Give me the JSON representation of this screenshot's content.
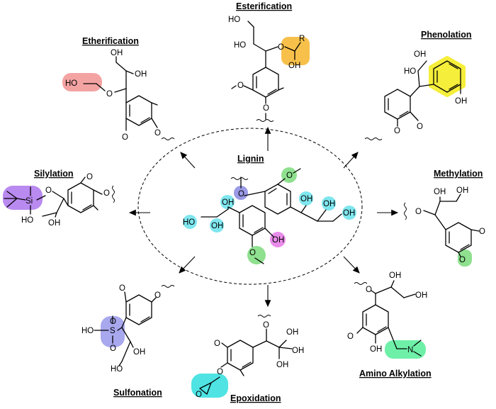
{
  "center": {
    "title": "Lignin"
  },
  "reactions": [
    {
      "key": "esterification",
      "title": "Esterification"
    },
    {
      "key": "etherification",
      "title": "Etherification"
    },
    {
      "key": "phenolation",
      "title": "Phenolation"
    },
    {
      "key": "silylation",
      "title": "Silylation"
    },
    {
      "key": "methylation",
      "title": "Methylation"
    },
    {
      "key": "sulfonation",
      "title": "Sulfonation"
    },
    {
      "key": "epoxidation",
      "title": "Epoxidation"
    },
    {
      "key": "amino",
      "title": "Amino Alkylation"
    }
  ],
  "atoms": {
    "oh": "OH",
    "ho": "HO",
    "o": "O",
    "r": "R",
    "si": "Si",
    "s": "S",
    "n": "N"
  },
  "highlight_colors": {
    "aliphatic_oh": "#7fe6ee",
    "methoxy": "#8fe08f",
    "aryl_ether": "#9a9ae6",
    "phenolic_oh": "#e98ce9",
    "ester": "#f6c04a",
    "ether_chain": "#f4a3a3",
    "phenol_ring": "#f5ee3a",
    "silyl": "#b98af0",
    "sulfonate": "#a8a8ee",
    "epoxide": "#4fe3e3",
    "amine": "#6ef0a8",
    "methyl": "#8fe08f"
  }
}
